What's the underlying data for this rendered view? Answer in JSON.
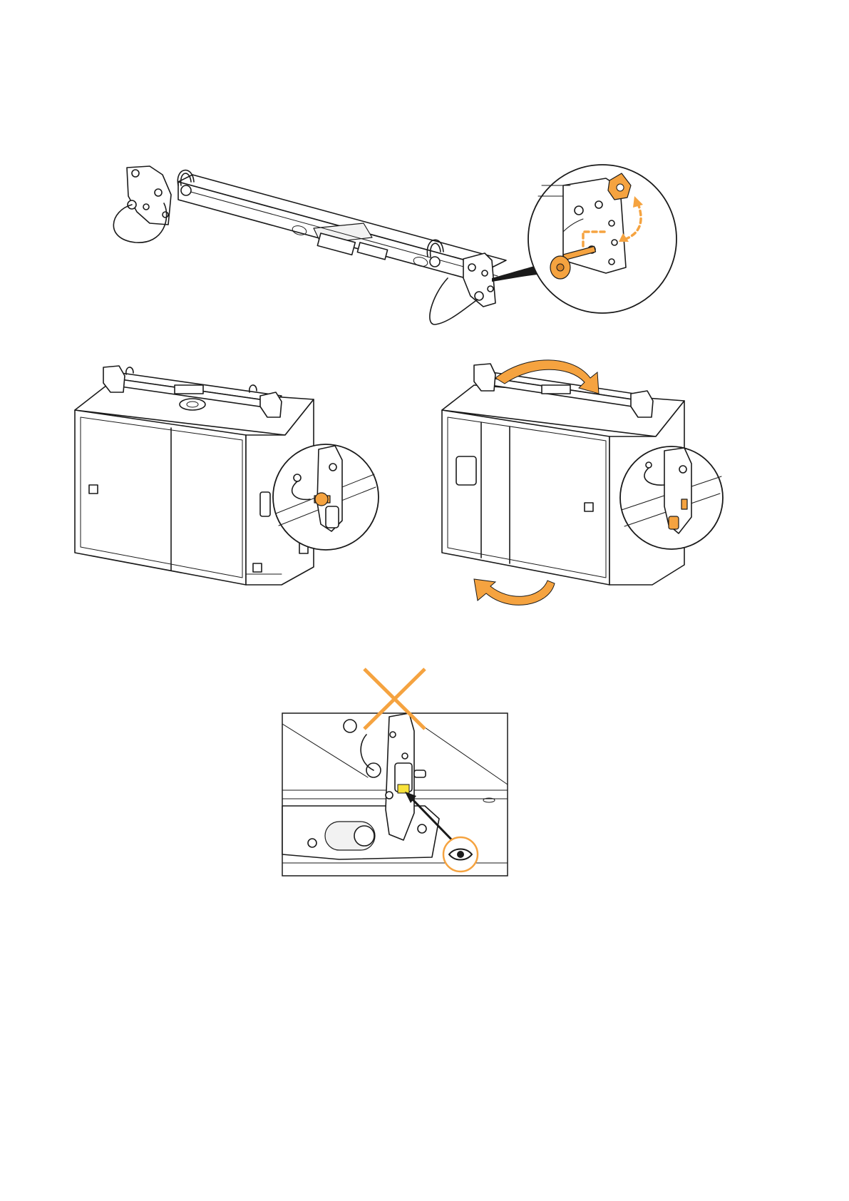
{
  "page": {
    "title": ""
  },
  "colors": {
    "accent": "#f5a340",
    "line": "#1a1a1a",
    "highlight": "#f8e23a",
    "background": "#ffffff"
  },
  "figures": [
    {
      "id": "fig-rigging-frame",
      "icons": [
        "rigging-frame-bar",
        "shackle-icon",
        "safety-pin-icon",
        "detail-callout-circle",
        "dashed-motion-arrow"
      ]
    },
    {
      "id": "fig-cabinet-front",
      "icons": [
        "speaker-cabinet",
        "rigging-frame-bar",
        "detail-callout-circle",
        "locking-pin-icon"
      ]
    },
    {
      "id": "fig-cabinet-rotated",
      "icons": [
        "speaker-cabinet",
        "rotate-arrow-icon",
        "detail-callout-circle",
        "locking-pin-icon"
      ]
    },
    {
      "id": "fig-incorrect-position",
      "icons": [
        "cross-mark-icon",
        "eye-icon",
        "pointer-arrow",
        "indicator-highlight"
      ]
    }
  ]
}
